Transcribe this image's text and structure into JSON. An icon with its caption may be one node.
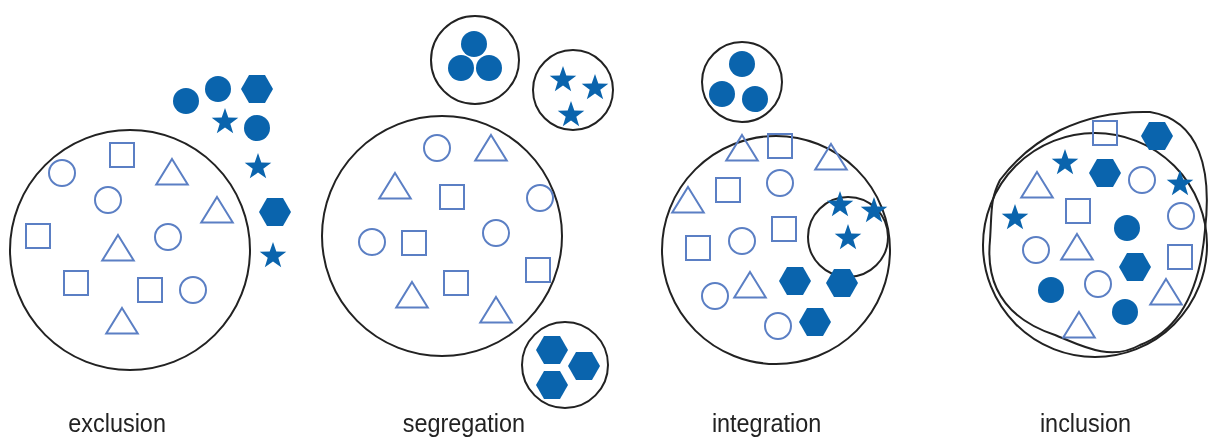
{
  "diagram": {
    "nodes": [
      {
        "text": [
          "exclusion"
        ]
      },
      {
        "text": [
          "segregation"
        ]
      },
      {
        "text": [
          "integration"
        ]
      },
      {
        "text": [
          "inclusion"
        ]
      }
    ]
  }
}
